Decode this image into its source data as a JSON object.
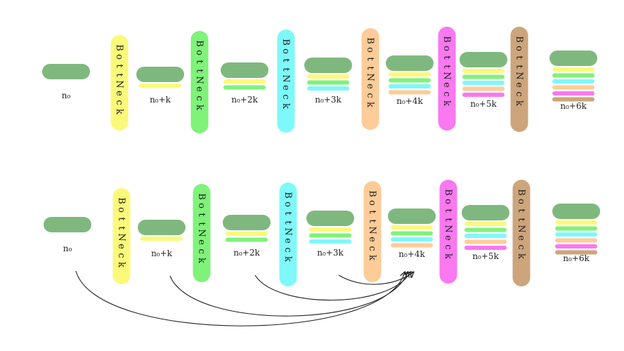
{
  "colors": {
    "base": "#7fb87f",
    "yellow": "#fbf97a",
    "green": "#80f27a",
    "cyan": "#7ff8f9",
    "peach": "#fdcc98",
    "magenta": "#fa78f0",
    "tan": "#cda57c",
    "ink": "#222222"
  },
  "bottleneck_label": "BottNeck",
  "rows": [
    {
      "id": "top",
      "bottlenecks": [
        "yellow",
        "green",
        "cyan",
        "peach",
        "magenta",
        "tan"
      ],
      "stacks": [
        {
          "label": "n₀",
          "layers": []
        },
        {
          "label": "n₀+k",
          "layers": [
            "yellow"
          ]
        },
        {
          "label": "n₀+2k",
          "layers": [
            "yellow",
            "green"
          ]
        },
        {
          "label": "n₀+3k",
          "layers": [
            "yellow",
            "green",
            "cyan"
          ]
        },
        {
          "label": "n₀+4k",
          "layers": [
            "yellow",
            "green",
            "cyan",
            "peach"
          ]
        },
        {
          "label": "n₀+5k",
          "layers": [
            "yellow",
            "green",
            "cyan",
            "peach",
            "magenta"
          ]
        },
        {
          "label": "n₀+6k",
          "layers": [
            "yellow",
            "green",
            "cyan",
            "peach",
            "magenta",
            "tan"
          ]
        }
      ],
      "skip_connections": []
    },
    {
      "id": "bottom",
      "bottlenecks": [
        "yellow",
        "green",
        "cyan",
        "peach",
        "magenta",
        "tan"
      ],
      "stacks": [
        {
          "label": "n₀",
          "layers": []
        },
        {
          "label": "n₀+k",
          "layers": [
            "yellow"
          ]
        },
        {
          "label": "n₀+2k",
          "layers": [
            "yellow",
            "green"
          ]
        },
        {
          "label": "n₀+3k",
          "layers": [
            "yellow",
            "green",
            "cyan"
          ]
        },
        {
          "label": "n₀+4k",
          "layers": [
            "yellow",
            "green",
            "cyan",
            "peach"
          ]
        },
        {
          "label": "n₀+5k",
          "layers": [
            "yellow",
            "green",
            "cyan",
            "peach",
            "magenta"
          ]
        },
        {
          "label": "n₀+6k",
          "layers": [
            "yellow",
            "green",
            "cyan",
            "peach",
            "magenta",
            "tan"
          ]
        }
      ],
      "skip_connections": [
        {
          "from": "n₀",
          "to": "n₀+4k"
        },
        {
          "from": "n₀+k",
          "to": "n₀+4k"
        },
        {
          "from": "n₀+2k",
          "to": "n₀+4k"
        },
        {
          "from": "n₀+3k",
          "to": "n₀+4k"
        }
      ]
    }
  ]
}
